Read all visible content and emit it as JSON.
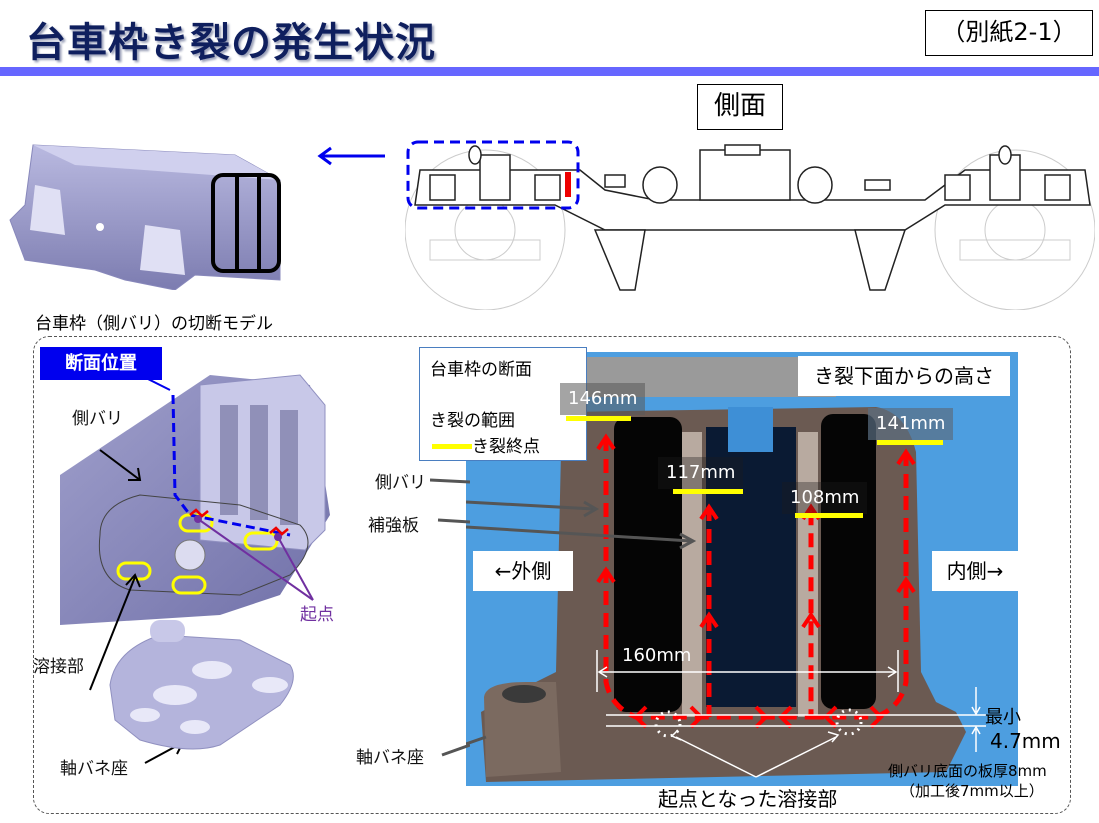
{
  "header": {
    "title": "台車枠き裂の発生状況",
    "annex_label": "（別紙2-1）",
    "rule_color": "#6666ff"
  },
  "top": {
    "side_view_label": "側面",
    "cut_model_caption": "台車枠（側バリ）の切断モデル",
    "arrow_color": "#0000ee",
    "highlight_color": "#0000ee",
    "crack_marker_color": "#ee0000"
  },
  "left_model": {
    "section_position_label": "断面位置",
    "side_beam_label": "側バリ",
    "weld_label": "溶接部",
    "axle_spring_seat_label": "軸バネ座",
    "origin_label": "起点",
    "origin_color": "#7030a0",
    "weld_outline_color": "#ffff00"
  },
  "photo": {
    "legend": {
      "title": "台車枠の断面",
      "crack_range_label": "き裂の範囲",
      "crack_end_label": "き裂終点",
      "crack_end_color": "#ffff00"
    },
    "height_title": "き裂下面からの高さ",
    "outer_side_label": "←外側",
    "inner_side_label": "内側→",
    "side_beam_label": "側バリ",
    "reinforcement_label": "補強板",
    "axle_spring_seat_label": "軸バネ座",
    "measurements": [
      {
        "name": "crack-height-outer-wall",
        "value": "146mm"
      },
      {
        "name": "crack-height-outer-plate",
        "value": "117mm"
      },
      {
        "name": "crack-height-inner-plate",
        "value": "108mm"
      },
      {
        "name": "crack-height-inner-wall",
        "value": "141mm"
      }
    ],
    "width_label": "160mm",
    "min_label": "最小",
    "min_value": "4.7mm",
    "thickness_note_1": "側バリ底面の板厚8mm",
    "thickness_note_2": "（加工後7mm以上）",
    "origin_weld_label": "起点となった溶接部",
    "crack_path_color": "#ff0000",
    "background_color": "#4d9ee0"
  }
}
